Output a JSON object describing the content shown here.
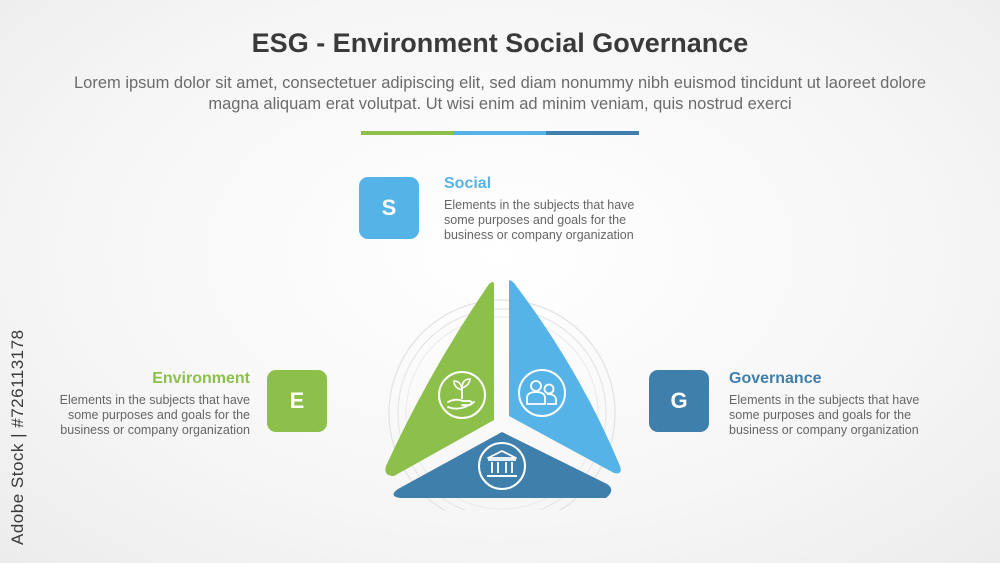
{
  "header": {
    "title": "ESG - Environment Social Governance",
    "subtitle": "Lorem ipsum dolor sit amet, consectetuer adipiscing elit, sed diam nonummy nibh euismod tincidunt ut laoreet dolore magna aliquam erat volutpat. Ut wisi enim ad minim veniam, quis nostrud exerci"
  },
  "colors": {
    "environment": "#8dc04b",
    "social": "#55b3e8",
    "governance": "#3f7fac"
  },
  "items": {
    "social": {
      "letter": "S",
      "heading": "Social",
      "description": "Elements in the subjects that have some purposes and goals for the business or company organization",
      "icon": "people-icon"
    },
    "environment": {
      "letter": "E",
      "heading": "Environment",
      "description": "Elements in the subjects that have some purposes and goals for the business or company organization",
      "icon": "hand-plant-icon"
    },
    "governance": {
      "letter": "G",
      "heading": "Governance",
      "description": "Elements in the subjects that have some purposes and goals for the business or company organization",
      "icon": "building-icon"
    }
  },
  "watermark": {
    "side_text": "Adobe Stock | #726113178"
  }
}
